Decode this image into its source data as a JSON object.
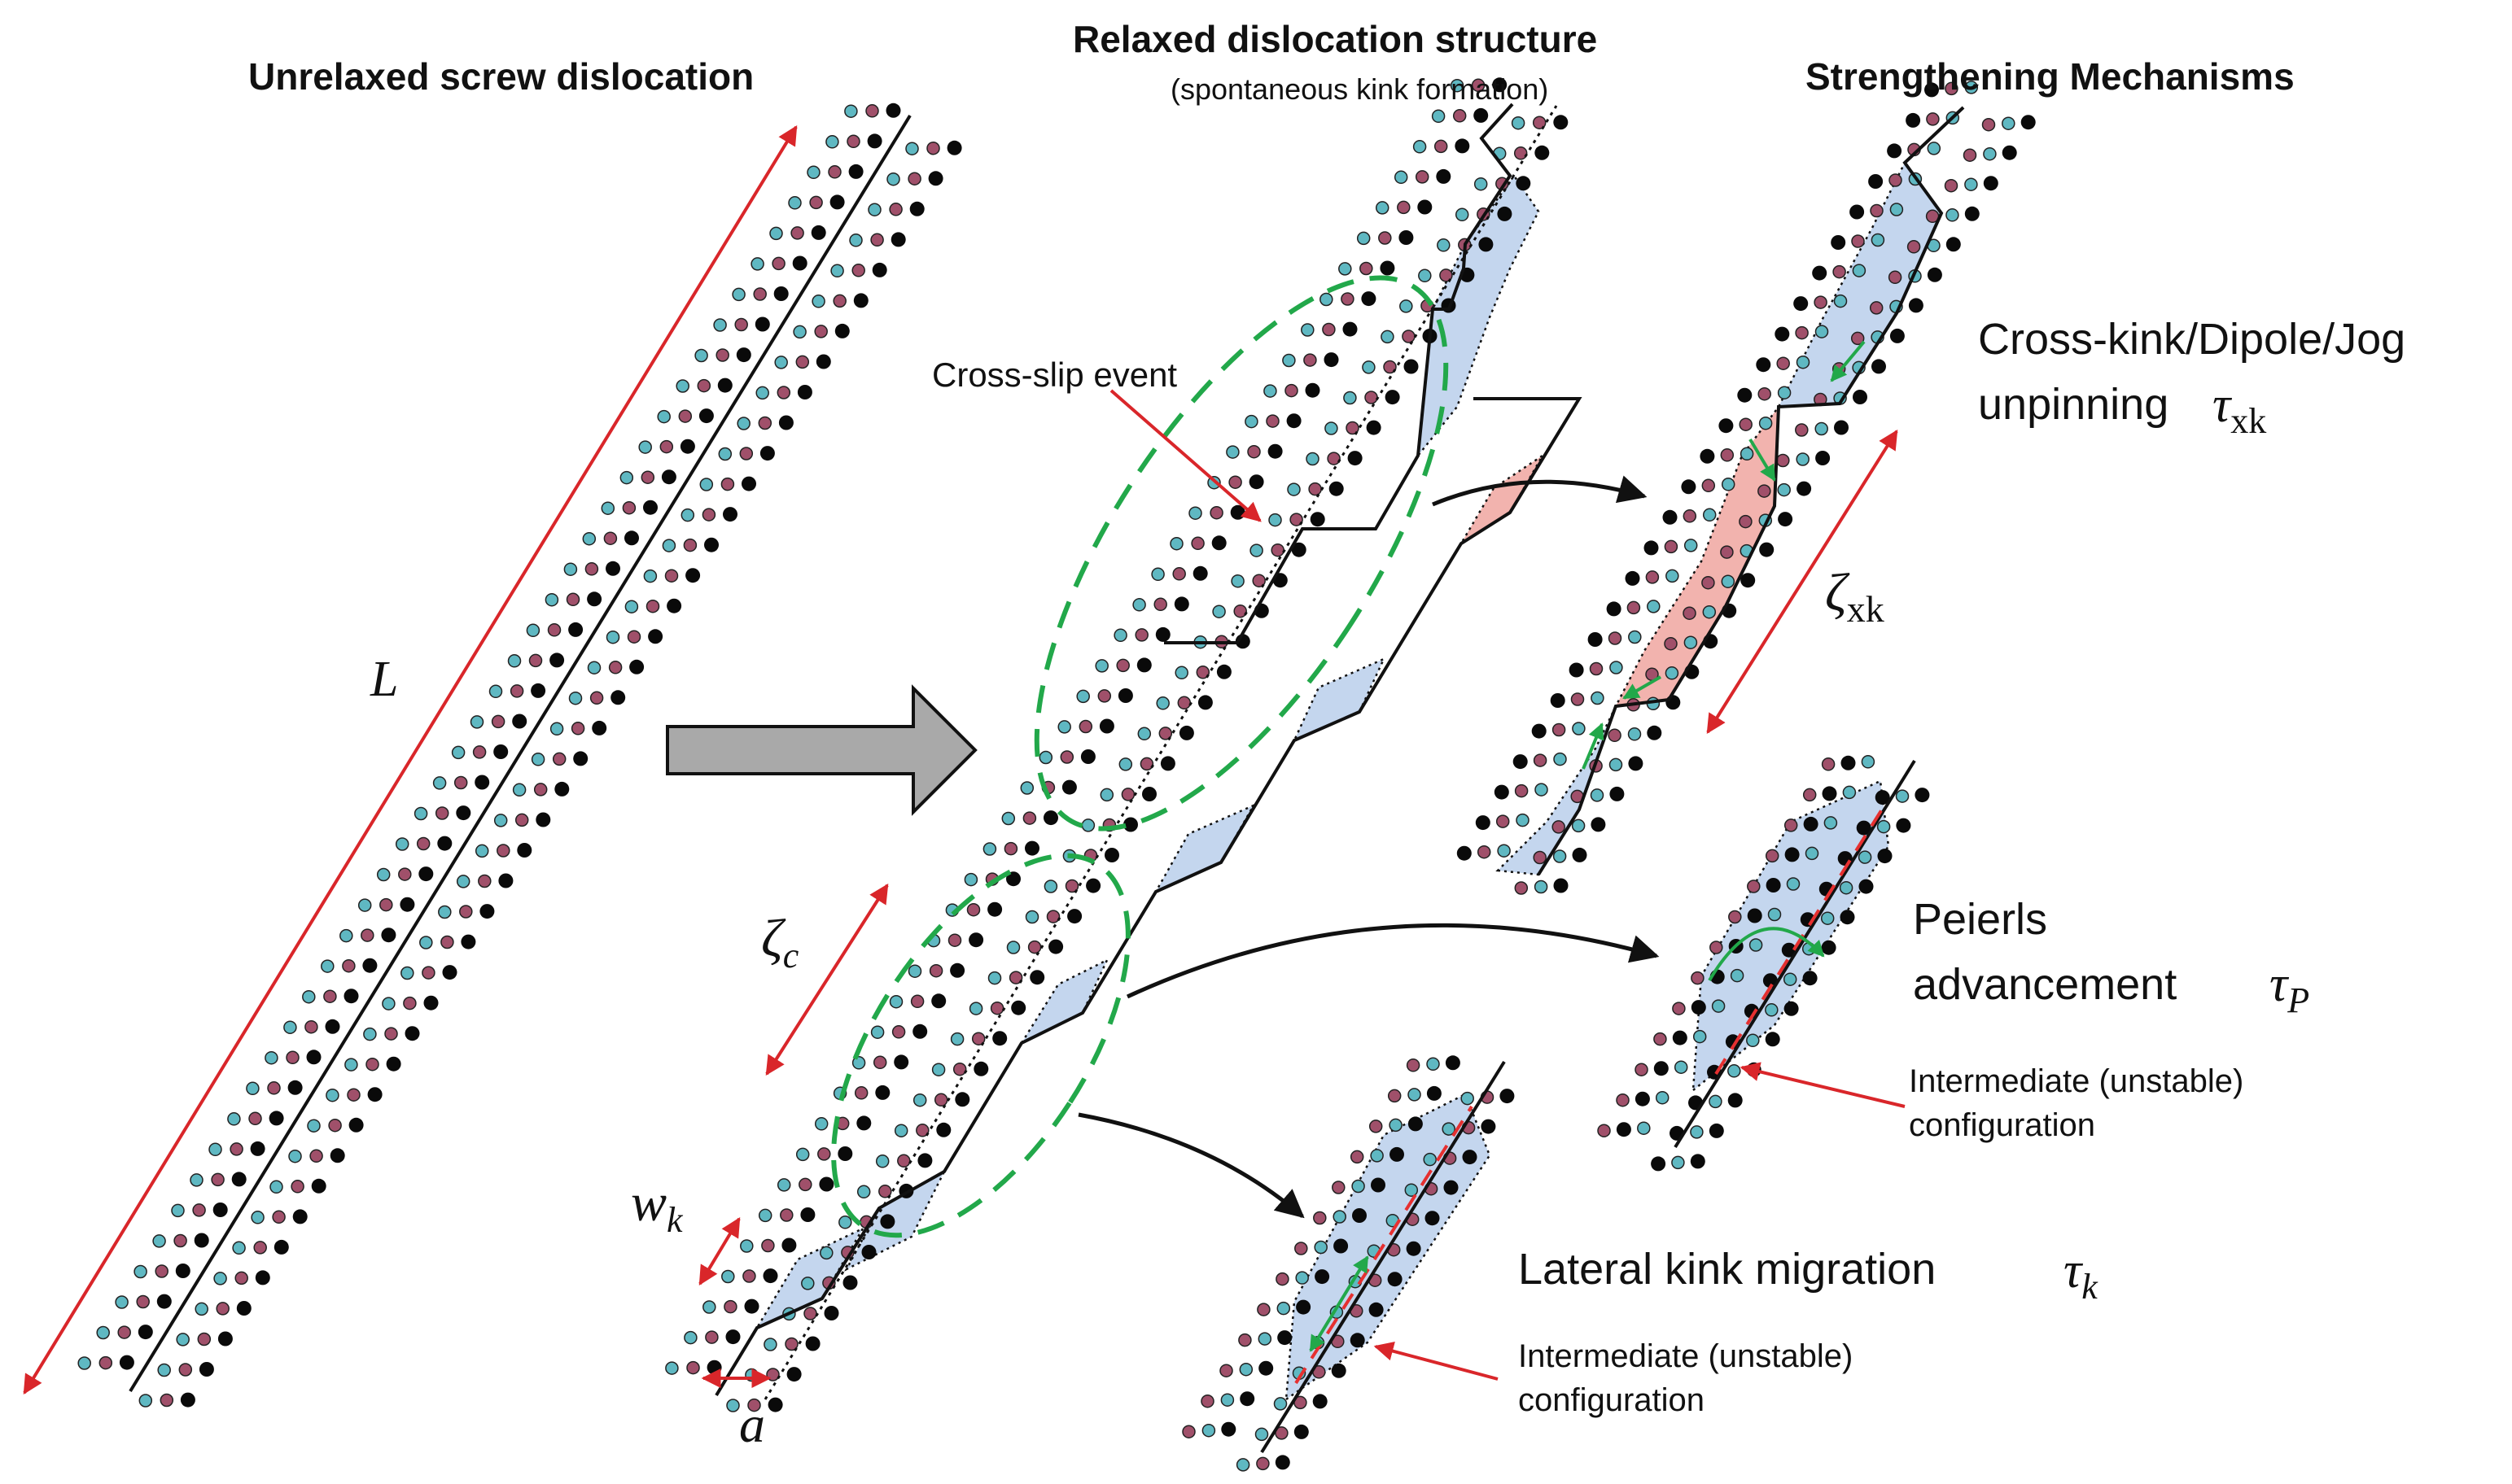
{
  "titles": {
    "unrelaxed": "Unrelaxed screw dislocation",
    "relaxed": "Relaxed dislocation structure",
    "relaxed_sub": "(spontaneous kink formation)",
    "strengthening": "Strengthening Mechanisms"
  },
  "labels": {
    "length": "L",
    "cross_slip": "Cross-slip event",
    "zeta_c_sym": "ζ",
    "zeta_c_sub": "c",
    "w_k_sym": "w",
    "w_k_sub": "k",
    "a": "a",
    "zeta_xk_sym": "ζ",
    "zeta_xk_sub": "xk"
  },
  "mechanisms": {
    "cross_kink_line1": "Cross-kink/Dipole/Jog",
    "cross_kink_line2": "unpinning",
    "tau_xk_sym": "τ",
    "tau_xk_sub": "xk",
    "peierls_line1": "Peierls",
    "peierls_line2": "advancement",
    "tau_p_sym": "τ",
    "tau_p_sub": "P",
    "lateral": "Lateral kink migration",
    "tau_k_sym": "τ",
    "tau_k_sub": "k",
    "intermediate_line1": "Intermediate (unstable)",
    "intermediate_line2": "configuration"
  },
  "colors": {
    "atom_black": "#0a0a0a",
    "atom_cyan": "#5fb8c2",
    "atom_maroon": "#a0506a",
    "arrow_red": "#d9262a",
    "ellipse_green": "#22a84a",
    "blue_fill": "#c4d6ee",
    "red_fill": "#f2b3ae",
    "big_arrow": "#a9a9a9"
  }
}
